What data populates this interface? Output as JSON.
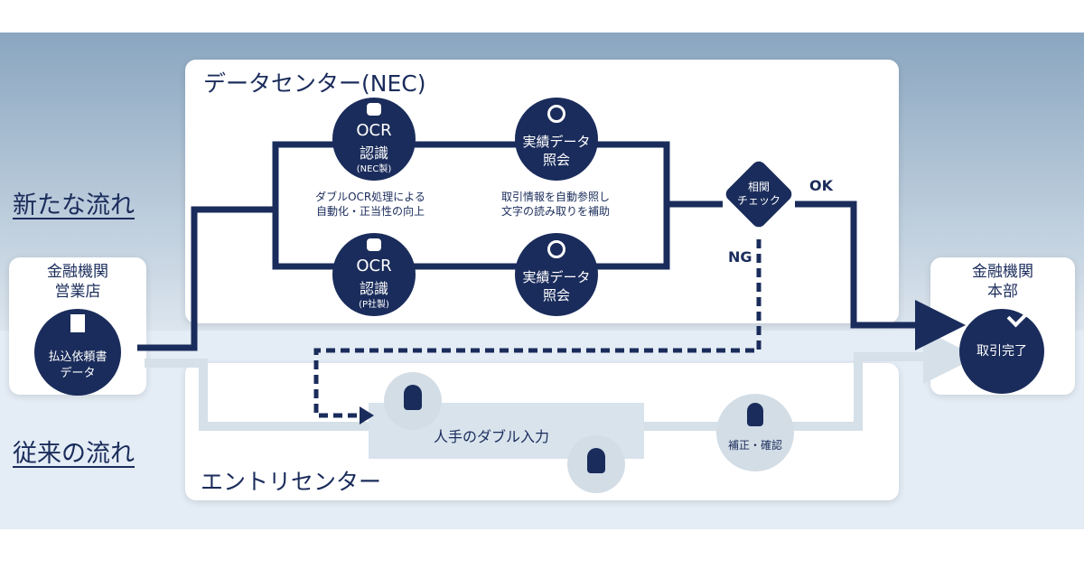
{
  "sections": {
    "new_flow": "新たな流れ",
    "old_flow": "従来の流れ"
  },
  "datacenter": {
    "title": "データセンター(NEC)",
    "ocr_nec": {
      "line1": "OCR",
      "line2": "認識",
      "line3": "(NEC製)"
    },
    "ocr_p": {
      "line1": "OCR",
      "line2": "認識",
      "line3": "(P社製)"
    },
    "ocr_caption1": "ダブルOCR処理による",
    "ocr_caption2": "自動化・正当性の向上",
    "ref_top": {
      "line1": "実績データ",
      "line2": "照会"
    },
    "ref_bottom": {
      "line1": "実績データ",
      "line2": "照会"
    },
    "ref_caption1": "取引情報を自動参照し",
    "ref_caption2": "文字の読み取りを補助",
    "check": {
      "line1": "相関",
      "line2": "チェック"
    },
    "ok": "OK",
    "ng": "NG"
  },
  "branch": {
    "title1": "金融機関",
    "title2": "営業店",
    "doc1": "払込依頼書",
    "doc2": "データ"
  },
  "hq": {
    "title1": "金融機関",
    "title2": "本部",
    "done": "取引完了"
  },
  "entry": {
    "title": "エントリセンター",
    "manual": "人手のダブル入力",
    "verify": "補正・確認"
  }
}
